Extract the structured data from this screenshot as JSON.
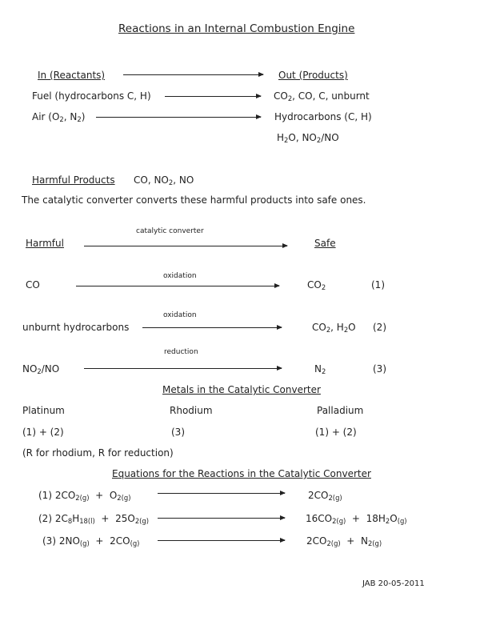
{
  "title": "Reactions in an Internal Combustion Engine",
  "overview": {
    "in_header": "In (Reactants)",
    "out_header": "Out (Products)",
    "reactants": [
      {
        "name": "Fuel (hydrocarbons C, H)"
      },
      {
        "name_prefix": "Air (O",
        "sub1": "2",
        "mid": ", N",
        "sub2": "2",
        "suffix": ")"
      }
    ],
    "products": {
      "line1_prefix": "CO",
      "line1_sub": "2",
      "line1_suffix": ", CO, C, unburnt",
      "line2": "Hydrocarbons (C, H)",
      "line3_a": "H",
      "line3_a_sub": "2",
      "line3_b": "O,  NO",
      "line3_b_sub": "2",
      "line3_c": "/NO"
    }
  },
  "harmful_products": {
    "label": "Harmful Products",
    "list_prefix": "CO, NO",
    "list_sub": "2",
    "list_suffix": ", NO"
  },
  "intro_sentence": "The catalytic converter converts these harmful products into safe ones.",
  "conversion": {
    "harmful_header": "Harmful",
    "safe_header": "Safe",
    "arrow_label": "catalytic converter",
    "rows": [
      {
        "harmful": "CO",
        "process": "oxidation",
        "safe_prefix": "CO",
        "safe_sub": "2",
        "safe_suffix": "",
        "num": "(1)"
      },
      {
        "harmful": "unburnt hydrocarbons",
        "process": "oxidation",
        "safe_prefix": "CO",
        "safe_sub": "2",
        "safe_suffix": ", H",
        "safe_sub2": "2",
        "safe_suffix2": "O",
        "num": "(2)"
      },
      {
        "harmful_prefix": "NO",
        "harmful_sub": "2",
        "harmful_suffix": "/NO",
        "process": "reduction",
        "safe_prefix": "N",
        "safe_sub": "2",
        "num": "(3)"
      }
    ]
  },
  "metals": {
    "heading": "Metals in the Catalytic Converter",
    "items": [
      {
        "name": "Platinum",
        "reactions": "(1) + (2)"
      },
      {
        "name": "Rhodium",
        "reactions": "(3)"
      },
      {
        "name": "Palladium",
        "reactions": "(1) + (2)"
      }
    ],
    "note": "(R for rhodium, R for reduction)"
  },
  "equations": {
    "heading": "Equations for the Reactions in the Catalytic Converter",
    "eq1": {
      "num": "(1)",
      "a": "2CO",
      "a_sub": "2(g)",
      "plus": "+",
      "b": "O",
      "b_sub": "2(g)",
      "p": "2CO",
      "p_sub": "2(g)"
    },
    "eq2": {
      "num": "(2)",
      "a": "2C",
      "a_sub1": "8",
      "a_mid": "H",
      "a_sub2": "18(l)",
      "plus": "+",
      "b": "25O",
      "b_sub": "2(g)",
      "p1": "16CO",
      "p1_sub": "2(g)",
      "p2": "18H",
      "p2_sub": "2",
      "p2_b": "O",
      "p2_sub2": "(g)"
    },
    "eq3": {
      "num": "(3)",
      "a": "2NO",
      "a_sub": "(g)",
      "plus": "+",
      "b": "2CO",
      "b_sub": "(g)",
      "p1": "2CO",
      "p1_sub": "2(g)",
      "p2": "N",
      "p2_sub": "2(g)"
    }
  },
  "footer": "JAB 20-05-2011"
}
